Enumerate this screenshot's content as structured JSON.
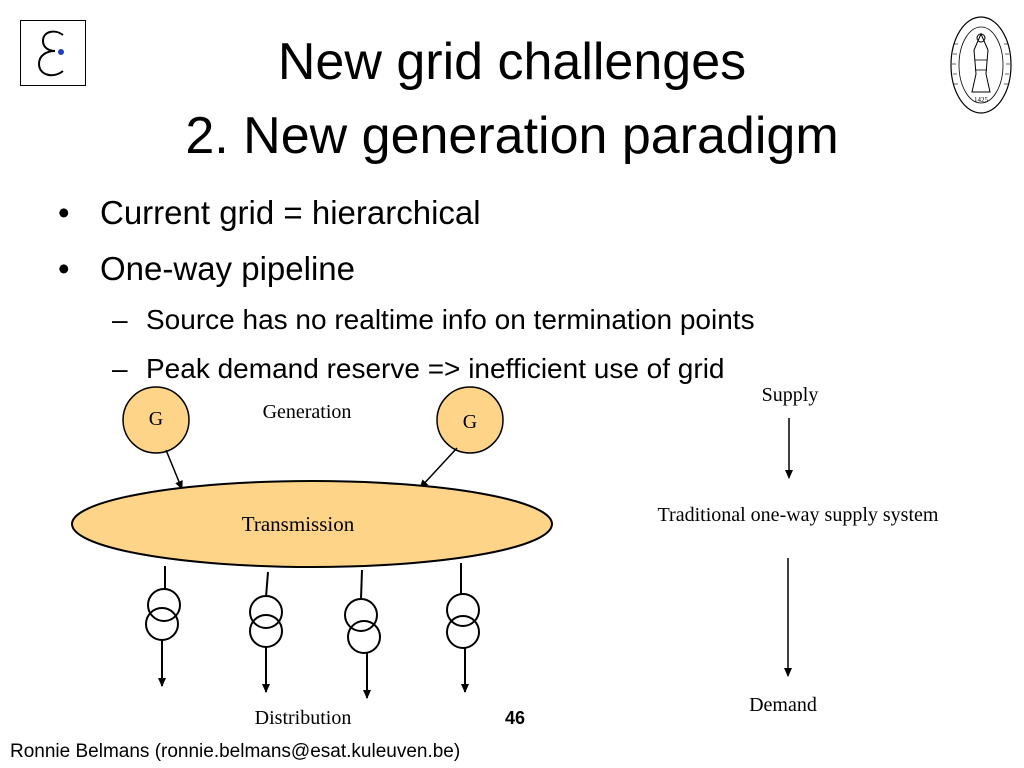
{
  "slide": {
    "title_line1": "New grid challenges",
    "title_line2": "2. New generation paradigm",
    "bullets": [
      "Current grid = hierarchical",
      "One-way pipeline"
    ],
    "sub_bullets": [
      "Source has no realtime info on termination points",
      "Peak demand reserve => inefficient use of grid"
    ],
    "bullet_mark": "•",
    "sub_mark": "–",
    "page_number": "46",
    "footer": "Ronnie Belmans (ronnie.belmans@esat.kuleuven.be)",
    "seal_year": "1425"
  },
  "diagram": {
    "generator_label_1": "G",
    "generator_label_2": "G",
    "generation_label": "Generation",
    "transmission_label": "Transmission",
    "distribution_label": "Distribution",
    "supply_label": "Supply",
    "system_label": "Traditional one-way supply system",
    "demand_label": "Demand",
    "colors": {
      "fill": "#fdd488",
      "stroke": "#000000"
    }
  }
}
